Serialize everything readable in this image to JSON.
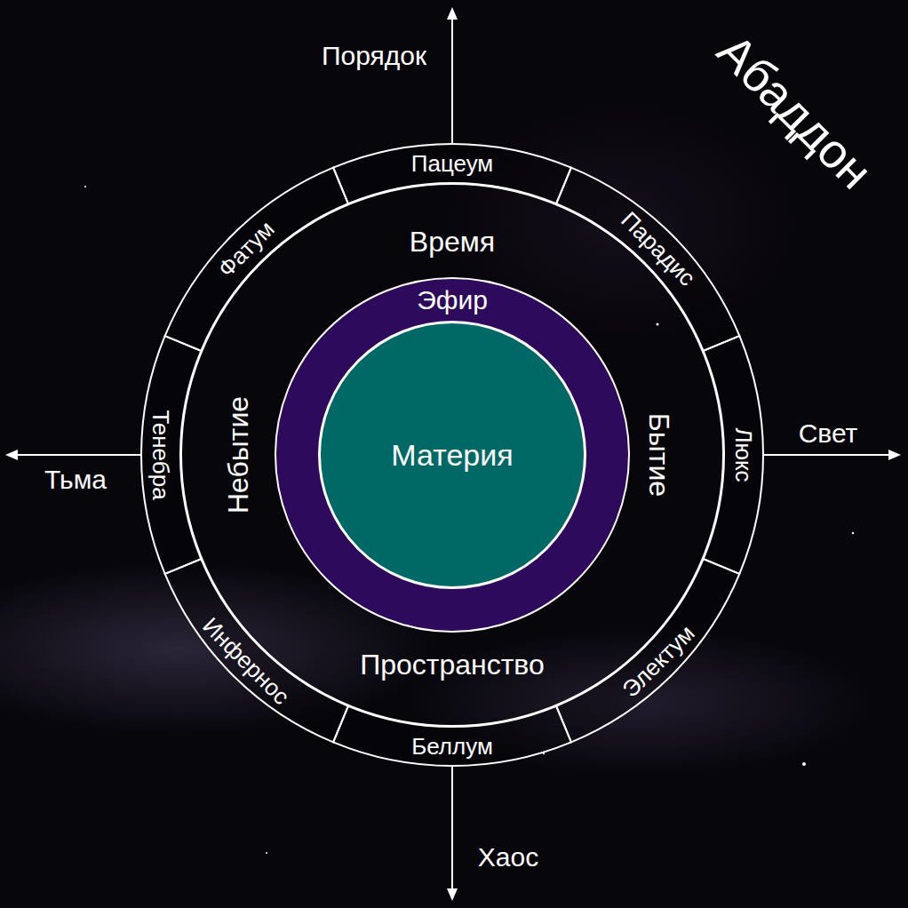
{
  "diagram": {
    "title": "Абаддон",
    "nodes": [
      {
        "text": [
          "Пацеум"
        ]
      },
      {
        "text": [
          "Парадис"
        ]
      },
      {
        "text": [
          "Люкс"
        ]
      },
      {
        "text": [
          "Электум"
        ]
      },
      {
        "text": [
          "Беллум"
        ]
      },
      {
        "text": [
          "Инфернос"
        ]
      },
      {
        "text": [
          "Тенебра"
        ]
      },
      {
        "text": [
          "Фатум"
        ]
      },
      {
        "text": [
          "Время",
          "Бытие",
          "Пространство",
          "Небытие"
        ]
      },
      {
        "text": [
          "Эфир"
        ],
        "in": 8
      },
      {
        "text": [
          "Материя"
        ],
        "in": 9
      }
    ],
    "labels": [
      "Порядок",
      "Тьма",
      "Свет",
      "Хаос"
    ]
  }
}
